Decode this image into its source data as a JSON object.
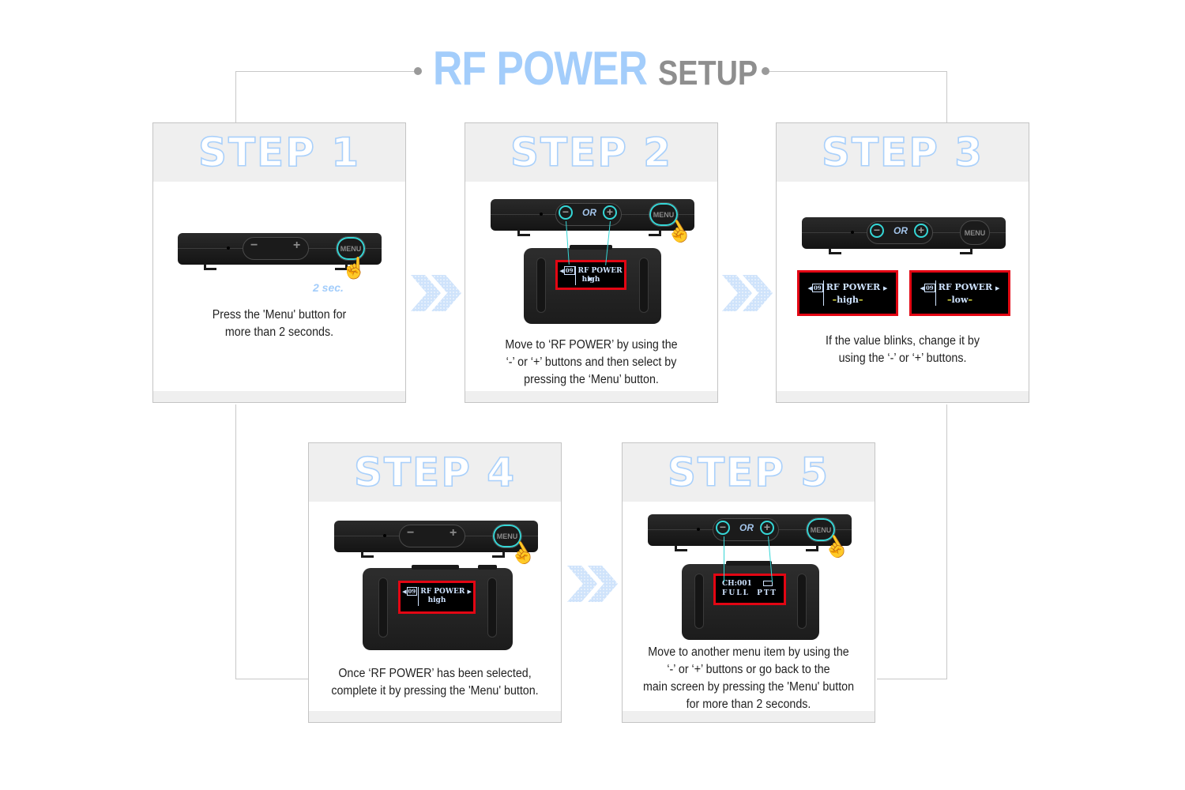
{
  "title": {
    "main": "RF POWER",
    "sub": "SETUP"
  },
  "colors": {
    "accent": "#a3cdfb",
    "highlight": "#35d6d6",
    "screen_frame": "#e30613",
    "blink": "#f2f24a"
  },
  "steps": [
    {
      "label": "STEP 1",
      "description": [
        "Press the 'Menu' button for",
        "more than 2 seconds."
      ],
      "hold_time": "2 sec.",
      "menu_label": "MENU"
    },
    {
      "label": "STEP 2",
      "description": [
        "Move to ‘RF POWER’ by using the",
        "‘-’ or ‘+’ buttons and then select by",
        "pressing the ‘Menu’ button."
      ],
      "or_label": "OR",
      "menu_label": "MENU",
      "screen": {
        "index": "09",
        "item": "RF POWER",
        "value": "high"
      }
    },
    {
      "label": "STEP 3",
      "description": [
        "If the value blinks, change it by",
        "using the ‘-’ or ‘+’ buttons."
      ],
      "or_label": "OR",
      "menu_label": "MENU",
      "screens": [
        {
          "index": "09",
          "item": "RF POWER",
          "value": "high"
        },
        {
          "index": "09",
          "item": "RF POWER",
          "value": "low"
        }
      ]
    },
    {
      "label": "STEP 4",
      "description": [
        "Once ‘RF POWER’ has been selected,",
        "complete it by pressing the 'Menu' button."
      ],
      "menu_label": "MENU",
      "screen": {
        "index": "09",
        "item": "RF POWER",
        "value": "high"
      }
    },
    {
      "label": "STEP 5",
      "description": [
        "Move to another menu item by using the",
        "‘-’ or ‘+’ buttons or go back to the",
        "main screen by pressing the 'Menu' button",
        "for more than 2 seconds."
      ],
      "or_label": "OR",
      "menu_label": "MENU",
      "screen": {
        "channel": "CH:001",
        "battery": "battery-icon",
        "mode": "FULL",
        "ptt": "PTT"
      }
    }
  ],
  "icons": {
    "arrow": "double-chevron-right-icon",
    "hand": "pointing-hand-icon",
    "minus": "minus-icon",
    "plus": "plus-icon"
  }
}
